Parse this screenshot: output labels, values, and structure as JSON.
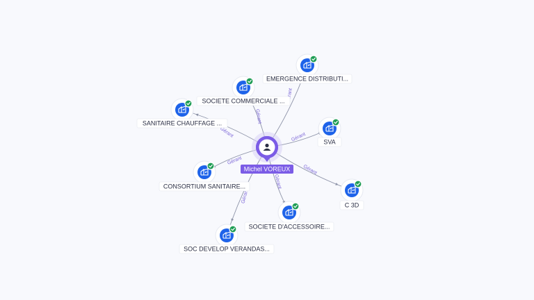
{
  "center": {
    "name": "Michel VOREUX",
    "icon": "person-icon"
  },
  "edge_label": "Gérant",
  "companies": [
    {
      "id": "emergence",
      "label": "EMERGENCE DISTRIBUTI...",
      "verified": true,
      "icon": "building-icon"
    },
    {
      "id": "societe-commerciale",
      "label": "SOCIETE COMMERCIALE ...",
      "verified": true,
      "icon": "building-icon"
    },
    {
      "id": "sanitaire-chauffage",
      "label": "SANITAIRE CHAUFFAGE ...",
      "verified": true,
      "icon": "building-icon"
    },
    {
      "id": "sva",
      "label": "SVA",
      "verified": true,
      "icon": "building-icon"
    },
    {
      "id": "consortium",
      "label": "CONSORTIUM SANITAIRE...",
      "verified": true,
      "icon": "building-icon"
    },
    {
      "id": "c3d",
      "label": "C 3D",
      "verified": true,
      "icon": "building-icon"
    },
    {
      "id": "societe-accessoire",
      "label": "SOCIETE D'ACCESSOIRE...",
      "verified": true,
      "icon": "building-icon"
    },
    {
      "id": "soc-develop",
      "label": "SOC DEVELOP VERANDAS...",
      "verified": true,
      "icon": "building-icon"
    }
  ],
  "colors": {
    "company_node": "#1e63e9",
    "verified_badge": "#1f9d55",
    "center_node": "#7b5ce6",
    "edge": "#8d93a8",
    "edge_label": "#7c67d8"
  }
}
